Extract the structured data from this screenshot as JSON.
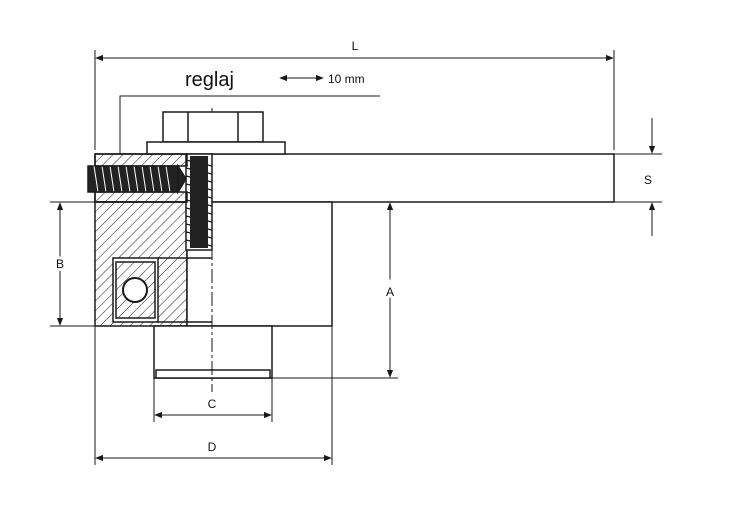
{
  "labels": {
    "L": "L",
    "adjust": "reglaj",
    "travel": "10 mm",
    "S": "S",
    "A": "A",
    "B": "B",
    "C": "C",
    "D": "D"
  },
  "colors": {
    "line": "#1a1a1a",
    "hatch": "#1a1a1a",
    "background": "#ffffff"
  }
}
